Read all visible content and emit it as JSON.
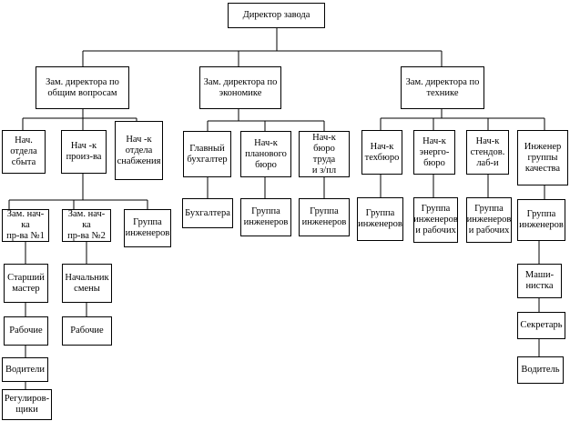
{
  "director": "Директор завода",
  "deputies": {
    "general": "Зам. директора по\nобщим вопросам",
    "economics": "Зам. директора по\nэкономике",
    "technical": "Зам. директора по\nтехнике"
  },
  "general_branch": {
    "sales_head": "Нач.\nотдела\nсбыта",
    "production_head": "Нач -к\nпроиз-ва",
    "supply_head": "Нач -к\nотдела\nснабжения",
    "deputy_prod_1": "Зам. нач-ка\nпр-ва №1",
    "deputy_prod_2": "Зам. нач-ка\nпр-ва №2",
    "engineers_group": "Группа\nинженеров",
    "senior_master": "Старший\nмастер",
    "shift_head": "Начальник\nсмены",
    "workers_1": "Рабочие",
    "workers_2": "Рабочие",
    "drivers": "Водители",
    "adjusters": "Регулиров-\nщики"
  },
  "economics_branch": {
    "chief_accountant": "Главный\nбухгалтер",
    "planning_head": "Нач-к\nпланового\nбюро",
    "labor_head": "Нач-к\nбюро труда\nи з/пл",
    "accounting": "Бухгалтера",
    "planning_engineers": "Группа\nинженеров",
    "labor_engineers": "Группа\nинженеров"
  },
  "technical_branch": {
    "techbureau_head": "Нач-к\nтехбюро",
    "energy_head": "Нач-к\nэнерго-\nбюро",
    "lab_head": "Нач-к\nстендов.\nлаб-и",
    "quality_engineer": "Инженер\nгруппы\nкачества",
    "techbureau_engineers": "Группа\nинженеров",
    "energy_group": "Группа\nинженеров\nи рабочих",
    "lab_group": "Группа\nинженеров\nи рабочих",
    "quality_engineers": "Группа\nинженеров",
    "typist": "Маши-\nнистка",
    "secretary": "Секретарь",
    "driver": "Водитель"
  },
  "colors": {
    "line": "#000000",
    "box_fill": "#ffffff",
    "text": "#000000"
  }
}
